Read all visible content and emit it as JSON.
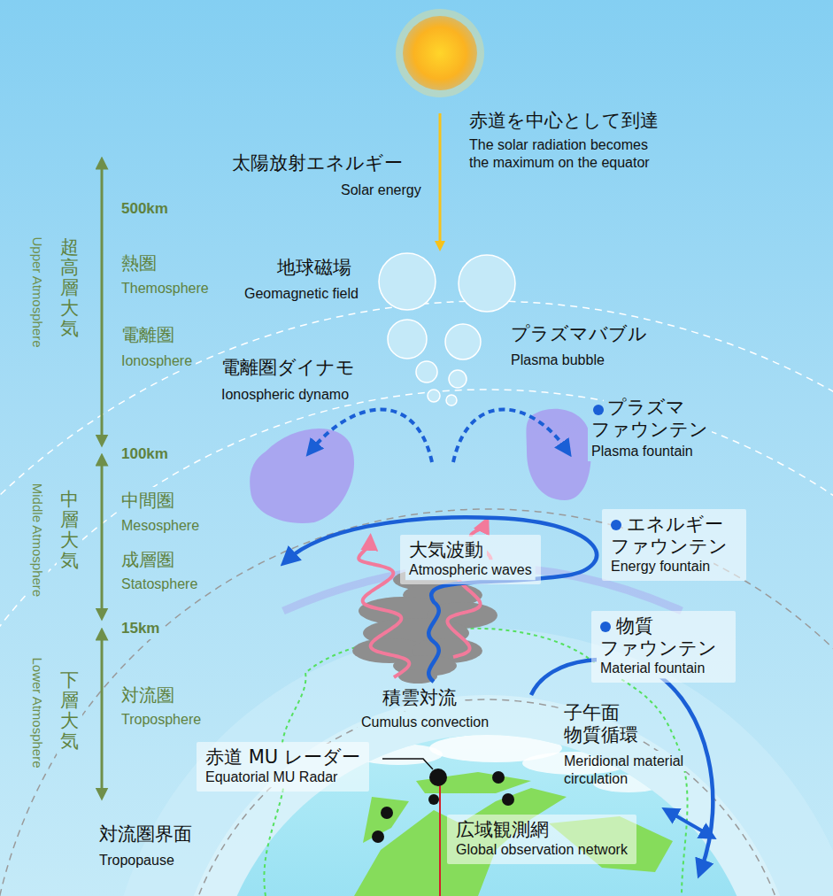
{
  "diagram": {
    "nodes": [
      {
        "text": [
          "エネルギー ファウンテン",
          "Energy fountain"
        ]
      },
      {
        "text": [
          "大気波動",
          "Atmospheric waves"
        ]
      },
      {
        "text": [
          "物質 ファウンテン",
          "Material fountain"
        ]
      },
      {
        "text": [
          "赤道 MU レーダー",
          "Equatorial MU Radar"
        ]
      },
      {
        "text": [
          "広域観測網",
          "Global observation network"
        ]
      }
    ],
    "labels": [
      "赤道を中心として到達",
      "The solar radiation becomes the maximum on the equator",
      "太陽放射エネルギー",
      "Solar energy",
      "500km",
      "超高層大気",
      "Upper Atmosphere",
      "熱圏",
      "Themosphere",
      "電離圏",
      "Ionosphere",
      "地球磁場",
      "Geomagnetic field",
      "プラズマバブル",
      "Plasma bubble",
      "電離圏ダイナモ",
      "Ionospheric dynamo",
      "プラズマ ファウンテン",
      "Plasma fountain",
      "100km",
      "中層大気",
      "Middle Atmosphere",
      "中間圏",
      "Mesosphere",
      "成層圏",
      "Statosphere",
      "15km",
      "下層大気",
      "Lower Atmosphere",
      "対流圏",
      "Troposphere",
      "積雲対流",
      "Cumulus convection",
      "子午面 物質循環",
      "Meridional material circulation",
      "対流圏界面",
      "Tropopause"
    ]
  }
}
